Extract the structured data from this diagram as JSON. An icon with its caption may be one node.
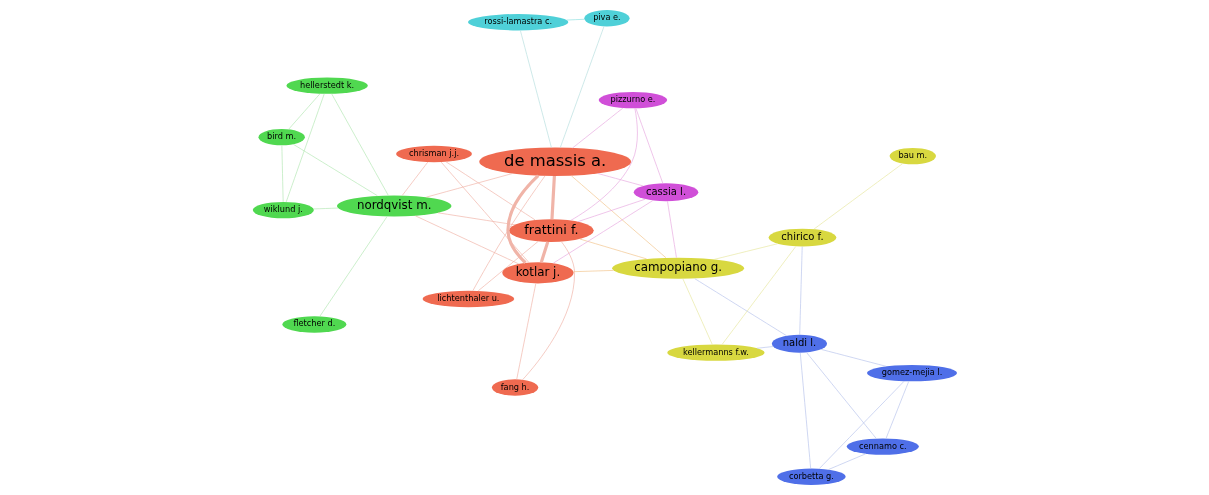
{
  "diagram": {
    "nodes": [
      {
        "text": [
          "rossi-lamastra c."
        ]
      },
      {
        "text": [
          "piva e."
        ]
      },
      {
        "text": [
          "lichtenthaler u."
        ]
      },
      {
        "text": [
          "de massis a."
        ]
      },
      {
        "text": [
          "pizzurno e."
        ]
      },
      {
        "text": [
          "frattini f."
        ]
      },
      {
        "text": [
          "cassia l."
        ]
      },
      {
        "text": [
          "cennamo c."
        ]
      },
      {
        "text": [
          "corbetta g."
        ]
      },
      {
        "text": [
          "campopiano g."
        ]
      },
      {
        "text": [
          "kellermanns f.w."
        ]
      },
      {
        "text": [
          "naldi l."
        ]
      },
      {
        "text": [
          "chrisman j.j."
        ]
      },
      {
        "text": [
          "gomez-mejia l."
        ]
      },
      {
        "text": [
          "kotlar j."
        ]
      },
      {
        "text": [
          "wiklund j."
        ]
      },
      {
        "text": [
          "fang h."
        ]
      },
      {
        "text": [
          "nordqvist m."
        ]
      },
      {
        "text": [
          "bird m."
        ]
      },
      {
        "text": [
          "chirico f."
        ]
      },
      {
        "text": [
          "hellerstedt k."
        ]
      },
      {
        "text": [
          "fletcher d."
        ]
      },
      {
        "text": [
          "bau m."
        ]
      }
    ],
    "edges": [
      {
        "from": 0,
        "to": 1,
        "arrow": "none",
        "color": "#8fe0e0"
      },
      {
        "from": 0,
        "to": 3,
        "arrow": "none",
        "color": "#b7dede"
      },
      {
        "from": 1,
        "to": 3,
        "arrow": "none",
        "color": "#b7dede"
      },
      {
        "from": 2,
        "to": 3,
        "arrow": "none"
      },
      {
        "from": 2,
        "to": 5,
        "arrow": "none"
      },
      {
        "from": 3,
        "to": 5,
        "arrow": "none",
        "style": "thick"
      },
      {
        "from": 3,
        "to": 14,
        "arrow": "none",
        "style": "thick"
      },
      {
        "from": 3,
        "to": 4,
        "arrow": "none",
        "color": "#e7a9e0"
      },
      {
        "from": 3,
        "to": 6,
        "arrow": "none",
        "color": "#e7a9e0"
      },
      {
        "from": 3,
        "to": 17,
        "arrow": "none"
      },
      {
        "from": 3,
        "to": 9,
        "arrow": "none",
        "color": "#f2c48c"
      },
      {
        "from": 5,
        "to": 14,
        "arrow": "none",
        "style": "thick"
      },
      {
        "from": 5,
        "to": 4,
        "arrow": "none",
        "color": "#e7a9e0"
      },
      {
        "from": 5,
        "to": 6,
        "arrow": "none",
        "color": "#e7a9e0"
      },
      {
        "from": 5,
        "to": 9,
        "arrow": "none",
        "color": "#f2c48c"
      },
      {
        "from": 5,
        "to": 12,
        "arrow": "none"
      },
      {
        "from": 5,
        "to": 16,
        "arrow": "none"
      },
      {
        "from": 5,
        "to": 17,
        "arrow": "none"
      },
      {
        "from": 14,
        "to": 12,
        "arrow": "none"
      },
      {
        "from": 14,
        "to": 16,
        "arrow": "none"
      },
      {
        "from": 14,
        "to": 17,
        "arrow": "none"
      },
      {
        "from": 14,
        "to": 6,
        "arrow": "none",
        "color": "#e7a9e0"
      },
      {
        "from": 14,
        "to": 9,
        "arrow": "none",
        "color": "#f2c48c"
      },
      {
        "from": 12,
        "to": 17,
        "arrow": "none"
      },
      {
        "from": 4,
        "to": 6,
        "arrow": "none",
        "color": "#e7a9e0"
      },
      {
        "from": 6,
        "to": 9,
        "arrow": "none",
        "color": "#e7a9e0"
      },
      {
        "from": 9,
        "to": 10,
        "arrow": "none",
        "color": "#e8e8a0"
      },
      {
        "from": 9,
        "to": 19,
        "arrow": "none",
        "color": "#e8e8a0"
      },
      {
        "from": 9,
        "to": 11,
        "arrow": "none",
        "color": "#b8c4ec"
      },
      {
        "from": 10,
        "to": 19,
        "arrow": "none",
        "color": "#e8e8a0"
      },
      {
        "from": 10,
        "to": 11,
        "arrow": "none",
        "color": "#b8c4ec"
      },
      {
        "from": 19,
        "to": 11,
        "arrow": "none",
        "color": "#b8c4ec"
      },
      {
        "from": 19,
        "to": 22,
        "arrow": "none",
        "color": "#e8e8a0"
      },
      {
        "from": 11,
        "to": 7,
        "arrow": "none",
        "color": "#b8c4ec"
      },
      {
        "from": 11,
        "to": 8,
        "arrow": "none",
        "color": "#b8c4ec"
      },
      {
        "from": 11,
        "to": 13,
        "arrow": "none",
        "color": "#b8c4ec"
      },
      {
        "from": 7,
        "to": 8,
        "arrow": "none",
        "color": "#b8c4ec"
      },
      {
        "from": 7,
        "to": 13,
        "arrow": "none",
        "color": "#b8c4ec"
      },
      {
        "from": 8,
        "to": 13,
        "arrow": "none",
        "color": "#b8c4ec"
      },
      {
        "from": 17,
        "to": 15,
        "arrow": "none",
        "color": "#b4e8b4"
      },
      {
        "from": 17,
        "to": 18,
        "arrow": "none",
        "color": "#b4e8b4"
      },
      {
        "from": 17,
        "to": 20,
        "arrow": "none",
        "color": "#b4e8b4"
      },
      {
        "from": 17,
        "to": 21,
        "arrow": "none",
        "color": "#b4e8b4"
      },
      {
        "from": 15,
        "to": 18,
        "arrow": "none",
        "color": "#b4e8b4"
      },
      {
        "from": 15,
        "to": 20,
        "arrow": "none",
        "color": "#b4e8b4"
      },
      {
        "from": 18,
        "to": 20,
        "arrow": "none",
        "color": "#b4e8b4"
      }
    ]
  }
}
